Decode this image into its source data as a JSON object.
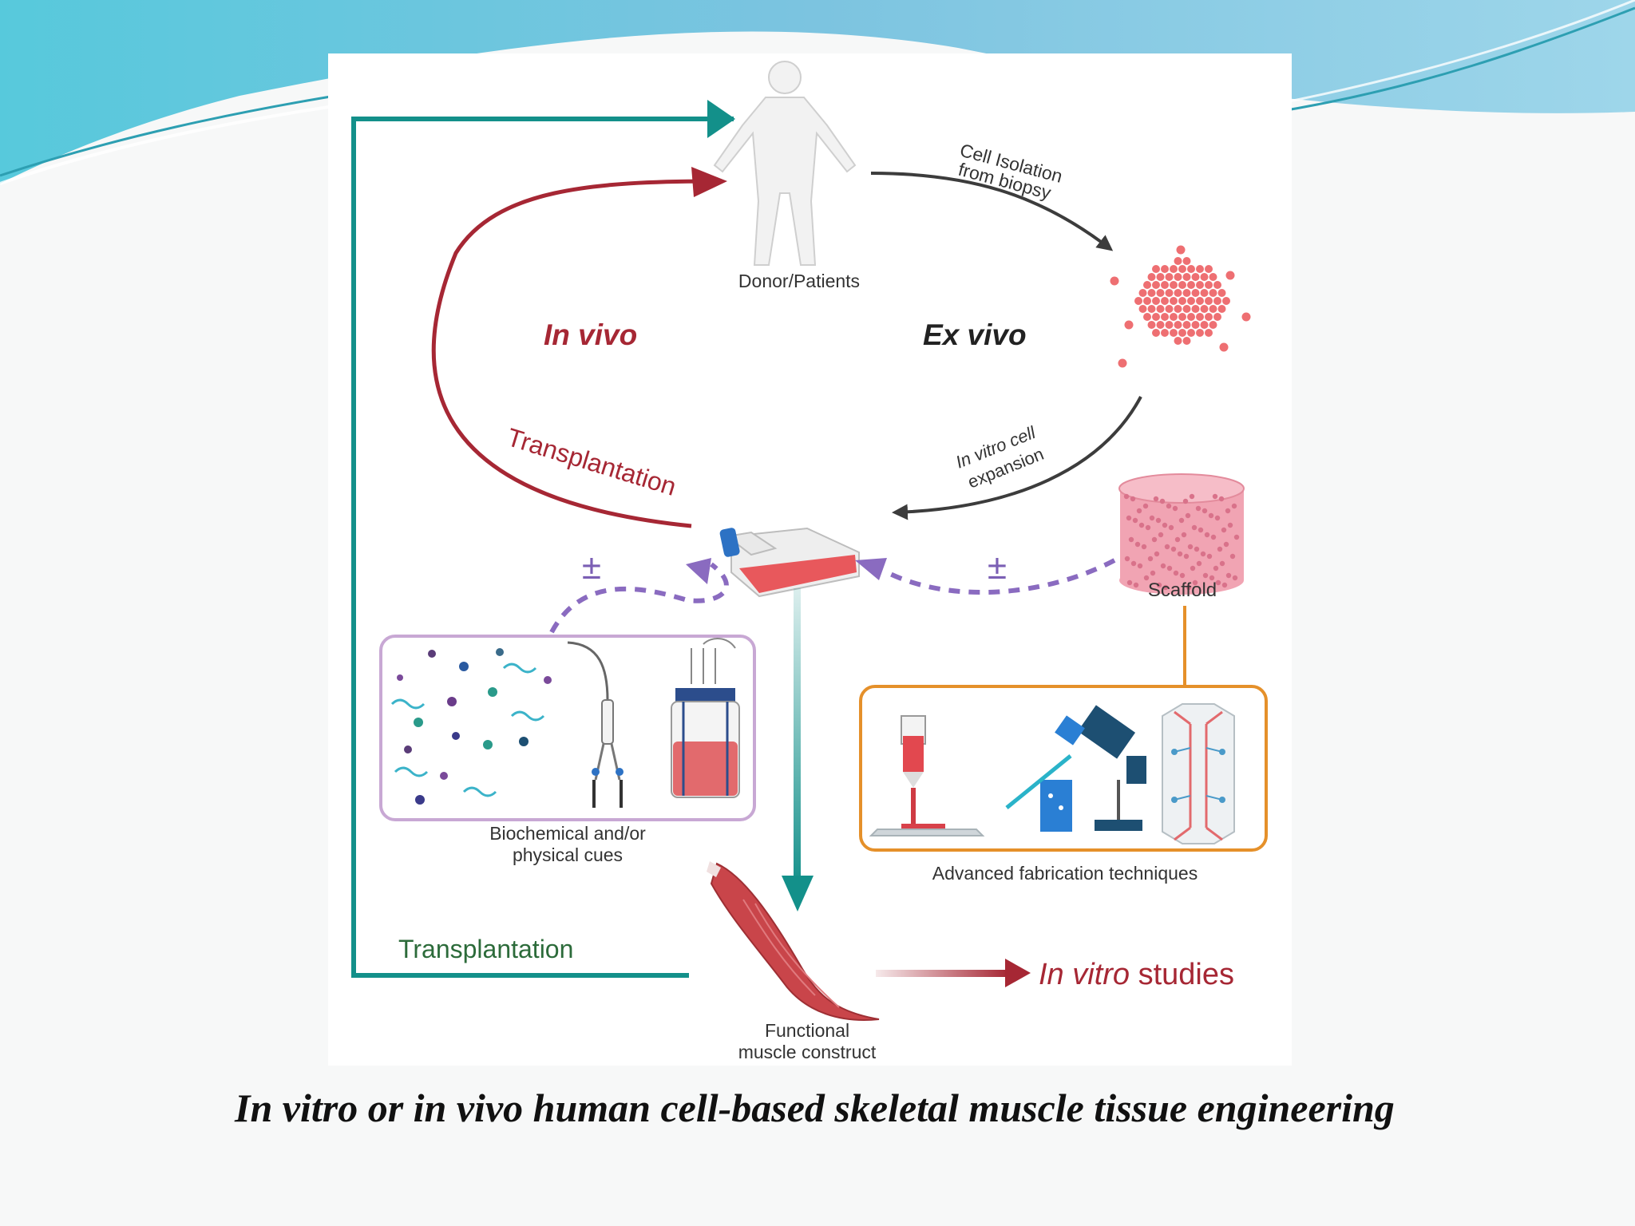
{
  "slide": {
    "caption": "In vitro or in vivo human cell-based skeletal muscle tissue engineering"
  },
  "diagram": {
    "nodes": {
      "donor": "Donor/Patients",
      "scaffold": "Scaffold",
      "biochemical_line1": "Biochemical and/or",
      "biochemical_line2": "physical cues",
      "fabrication": "Advanced fabrication techniques",
      "muscle_line1": "Functional",
      "muscle_line2": "muscle construct"
    },
    "edges": {
      "cell_isolation_line1": "Cell Isolation",
      "cell_isolation_line2": "from biopsy",
      "expansion_line1": "In vitro cell",
      "expansion_line2": "expansion",
      "transplantation_red": "Transplantation",
      "transplantation_teal": "Transplantation",
      "plus_minus_left": "±",
      "plus_minus_right": "±"
    },
    "regions": {
      "in_vivo": "In vivo",
      "ex_vivo": "Ex vivo",
      "in_vitro_studies_italic": "In vitro",
      "in_vitro_studies_rest": " studies"
    },
    "colors": {
      "teal": "#13908a",
      "red": "#a62734",
      "dark": "#3c3c3c",
      "purple": "#8a6bc0",
      "orange": "#e5902a",
      "cell_pink": "#ee6f72",
      "muscle": "#c9454a"
    }
  }
}
